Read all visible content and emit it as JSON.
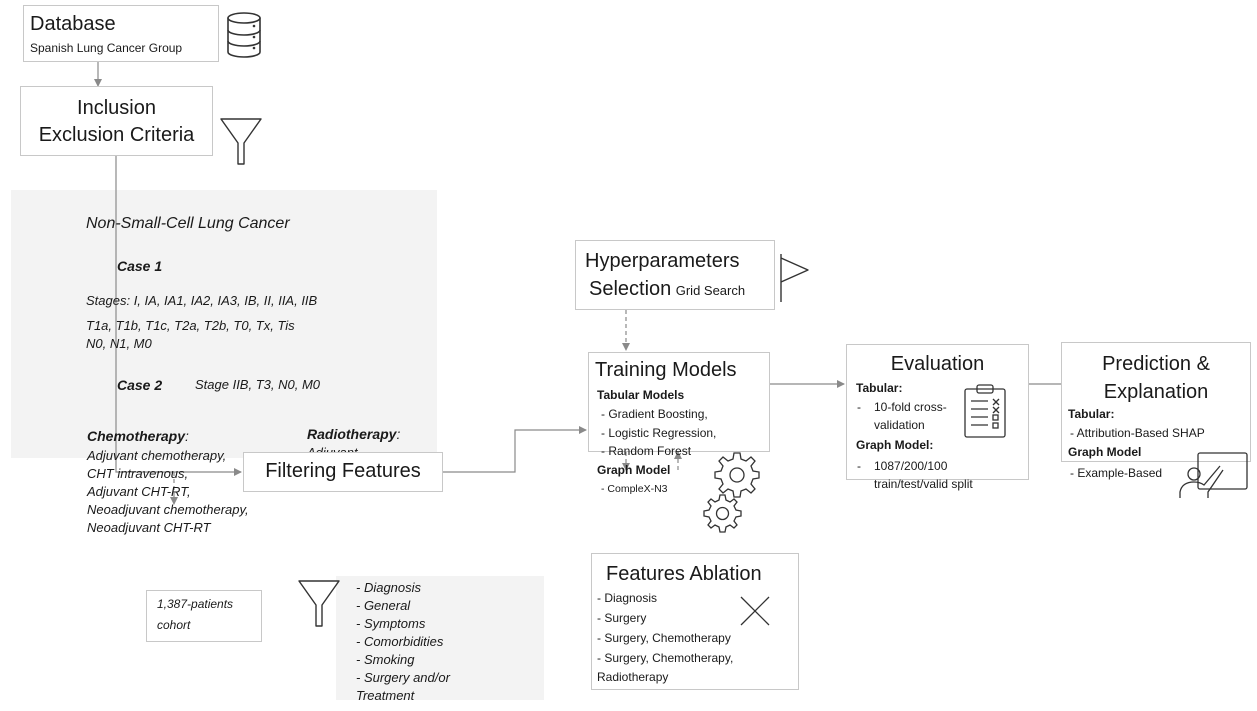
{
  "database": {
    "title": "Database",
    "subtitle": "Spanish Lung Cancer Group",
    "icon": "database-icon"
  },
  "criteria": {
    "line1": "Inclusion",
    "line2": "Exclusion Criteria",
    "icon": "filter-icon"
  },
  "nsclc": {
    "title": "Non-Small-Cell Lung Cancer",
    "case1_label": "Case 1",
    "case1_line1": "Stages: I, IA, IA1, IA2, IA3, IB, II, IIA, IIB",
    "case1_line2": "T1a, T1b, T1c, T2a, T2b, T0, Tx, Tis",
    "case1_line3": "N0, N1, M0",
    "case2_label": "Case 2",
    "case2_text": "Stage IIB, T3, N0, M0",
    "chemo_label": "Chemotherapy",
    "chemo_colon": ":",
    "chemo_items": [
      "Adjuvant chemotherapy,",
      "CHT intravenous,",
      "Adjuvant CHT-RT,",
      "Neoadjuvant chemotherapy,",
      "Neoadjuvant CHT-RT"
    ],
    "radio_label": "Radiotherapy",
    "radio_colon": ":",
    "radio_item": "Adjuvant"
  },
  "cohort": {
    "line1": "1,387-patients",
    "line2": "cohort"
  },
  "filtering": {
    "title": "Filtering Features",
    "icon": "filter-icon",
    "items": [
      "- Diagnosis",
      "- General",
      "- Symptoms",
      "- Comorbidities",
      "- Smoking",
      "- Surgery and/or",
      "Treatment"
    ]
  },
  "hyper": {
    "line1": "Hyperparameters",
    "line2": "Selection",
    "line2_small": "Grid Search",
    "icon": "flag-icon"
  },
  "training": {
    "title": "Training Models",
    "tabular_label": "Tabular Models",
    "tabular_items": [
      "- Gradient Boosting,",
      "- Logistic Regression,",
      "- Random Forest"
    ],
    "graph_label": "Graph Model",
    "graph_item": "- CompleX-N3",
    "icon": "gears-icon"
  },
  "ablation": {
    "title": "Features Ablation",
    "items": [
      "- Diagnosis",
      "- Surgery",
      "- Surgery, Chemotherapy",
      "- Surgery, Chemotherapy,",
      "Radiotherapy"
    ],
    "icon": "x-icon"
  },
  "evaluation": {
    "title": "Evaluation",
    "tabular_label": "Tabular:",
    "tabular_dash": "-",
    "tabular_line1": "10-fold cross-",
    "tabular_line2": "validation",
    "graph_label": "Graph Model:",
    "graph_dash": "-",
    "graph_line1": "1087/200/100",
    "graph_line2": "train/test/valid split",
    "icon": "checklist-icon"
  },
  "prediction": {
    "line1": "Prediction &",
    "line2": "Explanation",
    "tabular_label": "Tabular:",
    "tabular_item": "- Attribution-Based SHAP",
    "graph_label": "Graph Model",
    "graph_item": "- Example-Based",
    "icon": "presenter-icon"
  },
  "colors": {
    "arrow": "#8a8a8a",
    "border": "#c8c8c8",
    "shade": "#f3f3f3",
    "text": "#1a1a1a"
  }
}
